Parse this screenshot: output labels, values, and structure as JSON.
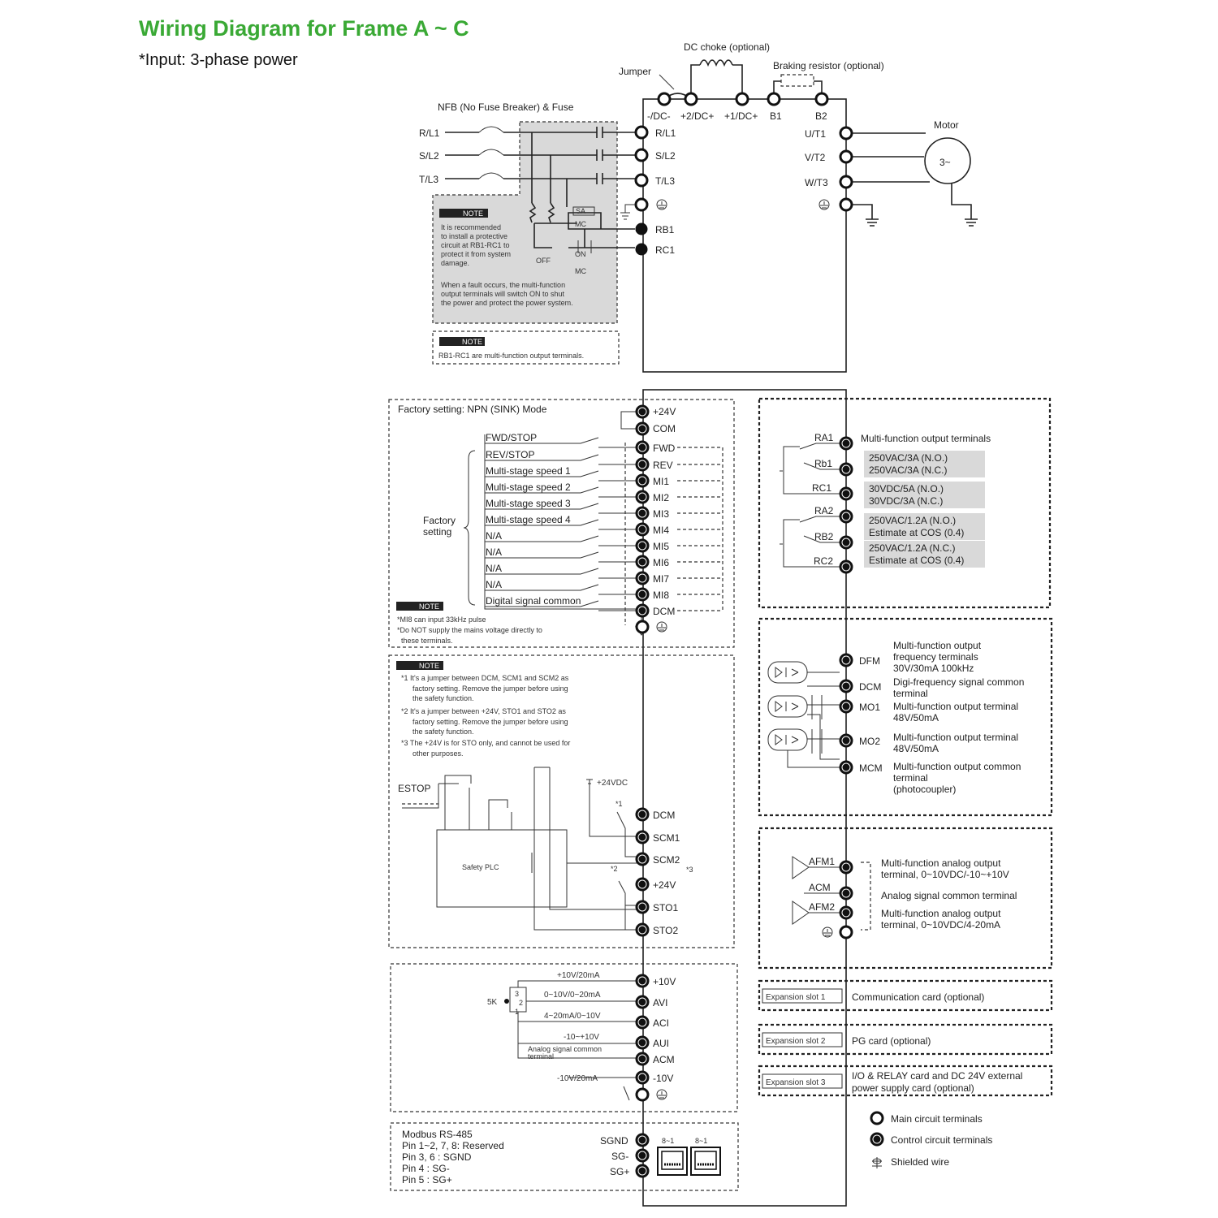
{
  "title": "Wiring Diagram for Frame A ~ C",
  "subtitle": "*Input: 3-phase power",
  "colors": {
    "title": "#3aa935",
    "note_box": "#d9d9d9",
    "line": "#222222"
  },
  "power": {
    "dc_choke": "DC choke (optional)",
    "braking_resistor": "Braking resistor (optional)",
    "jumper": "Jumper",
    "nfb": "NFB (No Fuse Breaker) & Fuse",
    "inputs": [
      "R/L1",
      "S/L2",
      "T/L3"
    ],
    "dc_terminals": [
      "-/DC-",
      "+2/DC+",
      "+1/DC+",
      "B1",
      "B2"
    ],
    "drive_inputs": [
      "R/L1",
      "S/L2",
      "T/L3"
    ],
    "relay_terminals": [
      "RB1",
      "RC1"
    ],
    "outputs": [
      "U/T1",
      "V/T2",
      "W/T3"
    ],
    "motor": "Motor",
    "motor_symbol": "3~",
    "sa": "SA",
    "mc": "MC",
    "off": "OFF",
    "on": "ON",
    "note_label": "NOTE",
    "note1_lines": [
      "It is recommended",
      "to install a protective",
      "circuit at RB1-RC1 to",
      "protect it from system",
      "damage."
    ],
    "note2_lines": [
      "When a fault occurs, the multi-function",
      "output terminals will switch ON to shut",
      "the power and protect the power system."
    ],
    "note3": "RB1-RC1 are multi-function output terminals."
  },
  "digital_inputs": {
    "mode": "Factory setting: NPN (SINK) Mode",
    "group_label": [
      "Factory",
      "setting"
    ],
    "supply": [
      "+24V",
      "COM"
    ],
    "rows": [
      {
        "label": "FWD/STOP",
        "terminal": "FWD"
      },
      {
        "label": "REV/STOP",
        "terminal": "REV"
      },
      {
        "label": "Multi-stage speed 1",
        "terminal": "MI1"
      },
      {
        "label": "Multi-stage speed 2",
        "terminal": "MI2"
      },
      {
        "label": "Multi-stage speed 3",
        "terminal": "MI3"
      },
      {
        "label": "Multi-stage speed 4",
        "terminal": "MI4"
      },
      {
        "label": "N/A",
        "terminal": "MI5"
      },
      {
        "label": "N/A",
        "terminal": "MI6"
      },
      {
        "label": "N/A",
        "terminal": "MI7"
      },
      {
        "label": "N/A",
        "terminal": "MI8"
      },
      {
        "label": "Digital signal common",
        "terminal": "DCM"
      }
    ],
    "note_lines": [
      "*MI8 can input 33kHz pulse",
      "*Do NOT supply the mains voltage directly to",
      "these terminals."
    ]
  },
  "safety": {
    "note_lines": [
      "*1 It's a jumper between DCM, SCM1 and SCM2 as",
      "factory setting. Remove the jumper before using",
      "the safety function.",
      "*2 It's a jumper between +24V, STO1 and STO2 as",
      "factory setting. Remove the jumper before using",
      "the safety function.",
      "*3 The +24V is for STO only, and cannot be used for",
      "other purposes."
    ],
    "estop": "ESTOP",
    "supply": "+24VDC",
    "plc": "Safety PLC",
    "marks": [
      "*1",
      "*2",
      "*3"
    ],
    "terminals": [
      "DCM",
      "SCM1",
      "SCM2",
      "+24V",
      "STO1",
      "STO2"
    ]
  },
  "analog_inputs": {
    "pot": "5K",
    "pot_pins": [
      "3",
      "2",
      "1"
    ],
    "signals": [
      "+10V/20mA",
      "0~10V/0~20mA",
      "4~20mA/0~10V",
      "-10~+10V",
      "Analog signal common",
      "terminal",
      "-10V/20mA"
    ],
    "terminals": [
      "+10V",
      "AVI",
      "ACI",
      "AUI",
      "ACM",
      "-10V"
    ]
  },
  "modbus": {
    "lines": [
      "Modbus RS-485",
      "Pin 1~2, 7, 8: Reserved",
      "Pin 3, 6 : SGND",
      "Pin 4 : SG-",
      "Pin 5 : SG+"
    ],
    "terminals": [
      "SGND",
      "SG-",
      "SG+"
    ],
    "port_label": "8~1"
  },
  "relay_outputs": {
    "title": "Multi-function output terminals",
    "terminals": [
      "RA1",
      "Rb1",
      "RC1",
      "RA2",
      "RB2",
      "RC2"
    ],
    "ratings": [
      [
        "250VAC/3A (N.O.)",
        "250VAC/3A (N.C.)"
      ],
      [
        "30VDC/5A (N.O.)",
        "30VDC/3A (N.C.)"
      ],
      [
        "250VAC/1.2A (N.O.)",
        "Estimate at COS (0.4)"
      ],
      [
        "250VAC/1.2A (N.C.)",
        "Estimate at COS (0.4)"
      ]
    ]
  },
  "digital_outputs": {
    "rows": [
      {
        "terminal": "DFM",
        "lines": [
          "Multi-function output",
          "frequency terminals",
          "30V/30mA 100kHz"
        ]
      },
      {
        "terminal": "DCM",
        "lines": [
          "Digi-frequency signal common",
          "terminal"
        ]
      },
      {
        "terminal": "MO1",
        "lines": [
          "Multi-function output terminal",
          "48V/50mA"
        ]
      },
      {
        "terminal": "MO2",
        "lines": [
          "Multi-function output terminal",
          "48V/50mA"
        ]
      },
      {
        "terminal": "MCM",
        "lines": [
          "Multi-function output common",
          "terminal",
          "(photocoupler)"
        ]
      }
    ]
  },
  "analog_outputs": {
    "rows": [
      {
        "terminal": "AFM1",
        "lines": [
          "Multi-function analog output",
          "terminal, 0~10VDC/-10~+10V"
        ]
      },
      {
        "terminal": "ACM",
        "lines": [
          "Analog signal common terminal"
        ]
      },
      {
        "terminal": "AFM2",
        "lines": [
          "Multi-function analog output",
          "terminal, 0~10VDC/4-20mA"
        ]
      }
    ]
  },
  "expansion": [
    {
      "slot": "Expansion slot 1",
      "lines": [
        "Communication card (optional)"
      ]
    },
    {
      "slot": "Expansion slot 2",
      "lines": [
        "PG card (optional)"
      ]
    },
    {
      "slot": "Expansion slot 3",
      "lines": [
        "I/O & RELAY card and DC 24V external",
        "power supply card (optional)"
      ]
    }
  ],
  "legend": [
    "Main circuit terminals",
    "Control circuit terminals",
    "Shielded wire"
  ]
}
